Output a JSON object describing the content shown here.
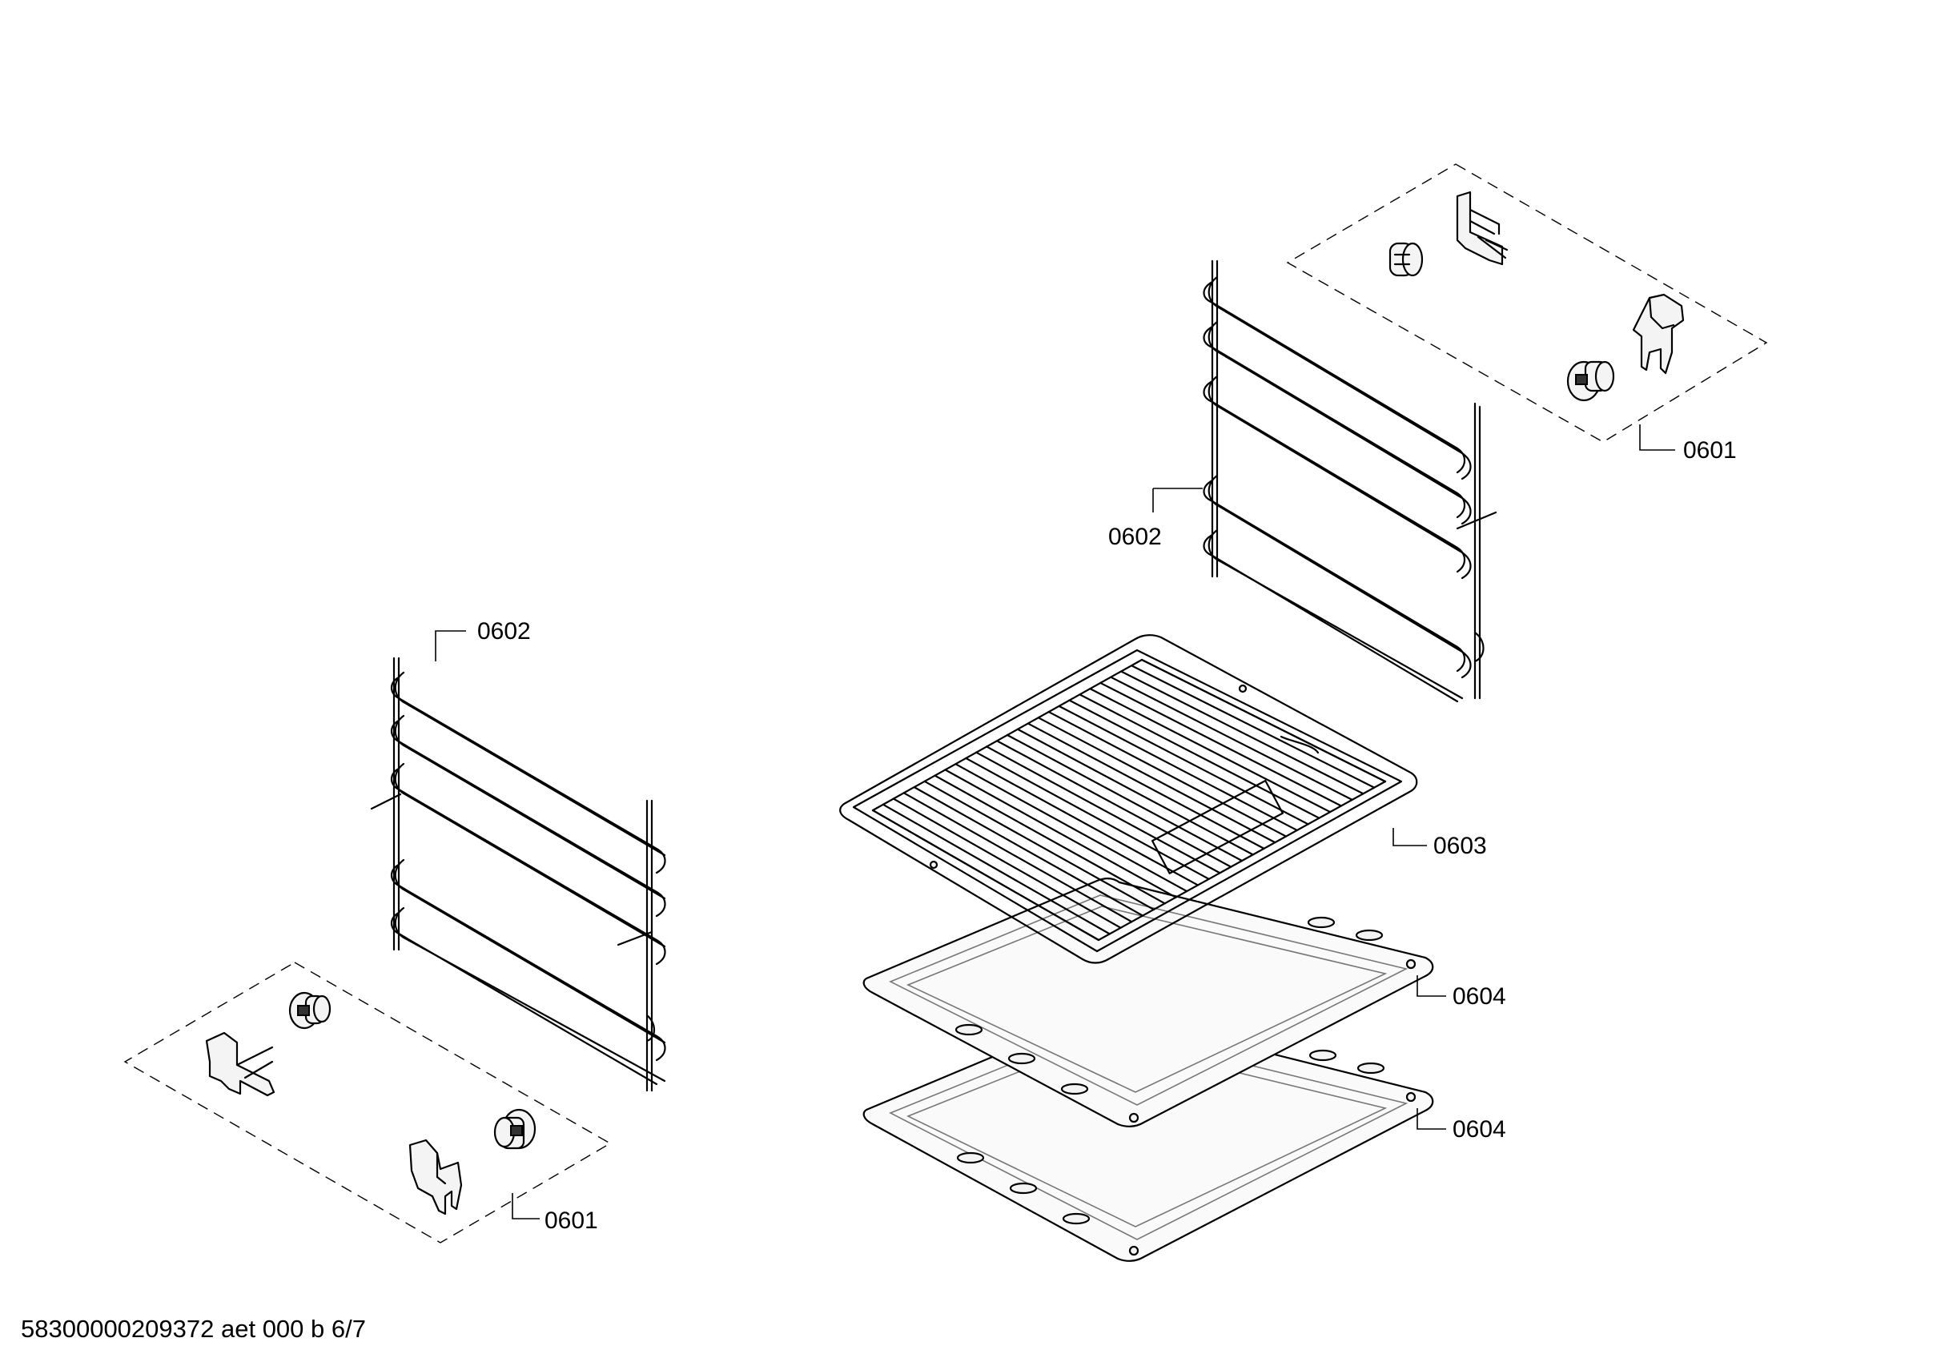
{
  "diagram": {
    "callouts": {
      "right_clip_set": "0601",
      "right_rail": "0602",
      "left_rail": "0602",
      "left_clip_set": "0601",
      "wire_shelf": "0603",
      "upper_tray": "0604",
      "lower_tray": "0604"
    },
    "footer_code": "58300000209372 aet 000 b 6/7"
  }
}
